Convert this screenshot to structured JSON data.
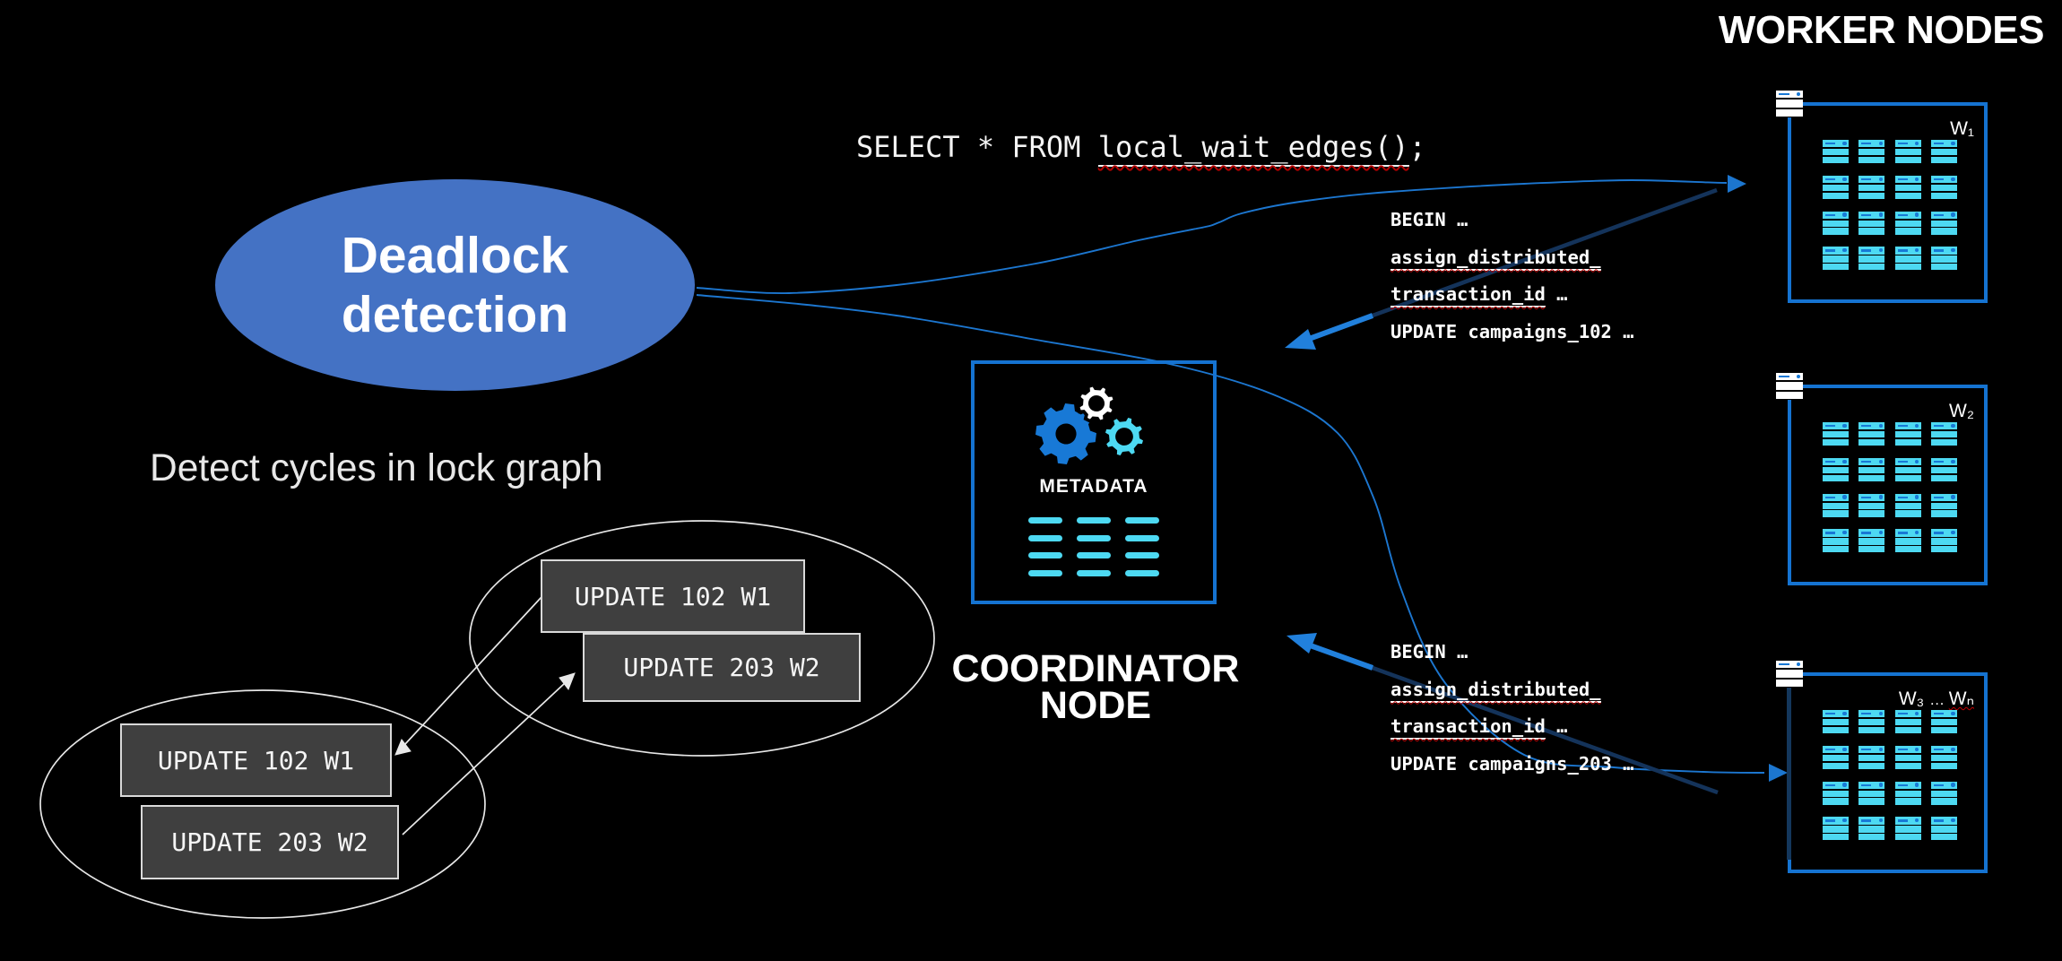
{
  "titles": {
    "worker_nodes": "WORKER NODES",
    "subtitle": "Detect cycles in lock graph"
  },
  "query": {
    "prefix": "SELECT * FROM ",
    "underlined": "local_wait_edges()",
    "suffix": ";"
  },
  "deadlock_ellipse": {
    "line1": "Deadlock",
    "line2": "detection",
    "fill_color": "#4472c4"
  },
  "coordinator": {
    "icon_label": "METADATA",
    "caption_line1": "COORDINATOR",
    "caption_line2": "NODE",
    "metadata_table_icon": {
      "columns": 3,
      "rows": 4
    }
  },
  "workers": [
    {
      "label": "W₁",
      "shard_grid": {
        "rows": 4,
        "cols": 4
      }
    },
    {
      "label": "W₂",
      "shard_grid": {
        "rows": 4,
        "cols": 4
      }
    },
    {
      "label_prefix": "W₃ ",
      "label_dots": "… ",
      "label_suffix": "Wₙ",
      "shard_grid": {
        "rows": 4,
        "cols": 4
      }
    }
  ],
  "transaction_blocks": [
    {
      "line1": "BEGIN …",
      "line2_underlined": "assign_distributed_",
      "line3_underlined": "transaction_id",
      "line3_suffix": " …",
      "line4": "UPDATE campaigns_102 …"
    },
    {
      "line1": "BEGIN …",
      "line2_underlined": "assign_distributed_",
      "line3_underlined": "transaction_id",
      "line3_suffix": " …",
      "line4": "UPDATE campaigns_203 …"
    }
  ],
  "lock_graph": {
    "top_group": {
      "box1": "UPDATE 102 W1",
      "box2": "UPDATE 203 W2"
    },
    "bottom_group": {
      "box1": "UPDATE 102 W1",
      "box2": "UPDATE 203 W2"
    }
  },
  "colors": {
    "background": "#000000",
    "accent_blue": "#1573d1",
    "bright_arrow_blue": "#2180dc",
    "dark_navy": "#16365c",
    "cyan": "#4dd9f2",
    "shard_accent": "#1879d6",
    "white_outline": "#e6e6e6",
    "gray_box_fill": "#3f3f3f",
    "gray_box_border": "#d9d9d9",
    "squiggle_red": "#c00000"
  }
}
